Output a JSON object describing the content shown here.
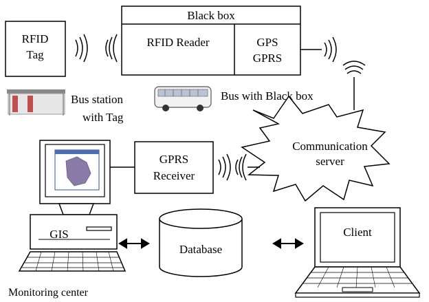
{
  "labels": {
    "rfid_tag_line1": "RFID",
    "rfid_tag_line2": "Tag",
    "black_box": "Black box",
    "rfid_reader": "RFID Reader",
    "gps": "GPS",
    "gprs": "GPRS",
    "bus_station_line1": "Bus station",
    "bus_station_line2": "with Tag",
    "bus_with_black_box": "Bus with Black box",
    "communication_line1": "Communication",
    "communication_line2": "server",
    "gprs_receiver_line1": "GPRS",
    "gprs_receiver_line2": "Receiver",
    "gis": "GIS",
    "database": "Database",
    "client": "Client",
    "monitoring_center": "Monitoring center"
  },
  "colors": {
    "stroke": "#000000",
    "background": "#ffffff",
    "screen_blue": "#4a6fb5",
    "map_purple": "#8a7aa8",
    "station_red": "#c0504d"
  }
}
